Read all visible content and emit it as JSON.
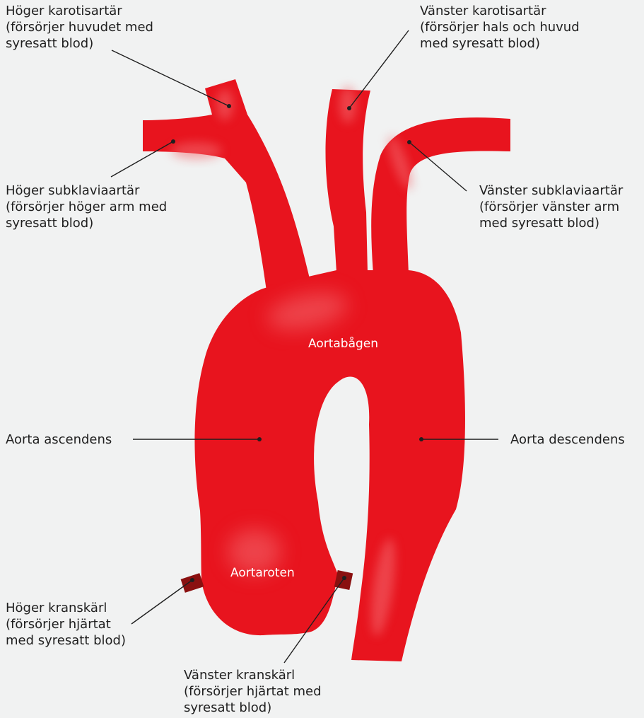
{
  "colors": {
    "background": "#f1f2f2",
    "artery": "#e8141e",
    "artery_highlight": "#f36a70",
    "coronary": "#8a1010",
    "leader": "#1f1f1f",
    "text": "#1f1f1f",
    "inner_text": "#ffffff"
  },
  "labels": {
    "right_carotid": [
      "Höger karotisartär",
      "(försörjer huvudet med",
      "syresatt blod)"
    ],
    "left_carotid": [
      "Vänster karotisartär",
      "(försörjer hals och huvud",
      "med syresatt blod)"
    ],
    "right_subclavian": [
      "Höger subklaviaartär",
      "(försörjer höger arm med",
      "syresatt blod)"
    ],
    "left_subclavian": [
      "Vänster subklaviaartär",
      "(försörjer vänster arm",
      "med syresatt blod)"
    ],
    "aortic_arch": "Aortabågen",
    "ascending_aorta": "Aorta ascendens",
    "descending_aorta": "Aorta descendens",
    "aortic_root": "Aortaroten",
    "right_coronary": [
      "Höger kranskärl",
      "(försörjer hjärtat",
      "med syresatt blod)"
    ],
    "left_coronary": [
      "Vänster kranskärl",
      "(försörjer hjärtat med",
      "syresatt blod)"
    ]
  }
}
